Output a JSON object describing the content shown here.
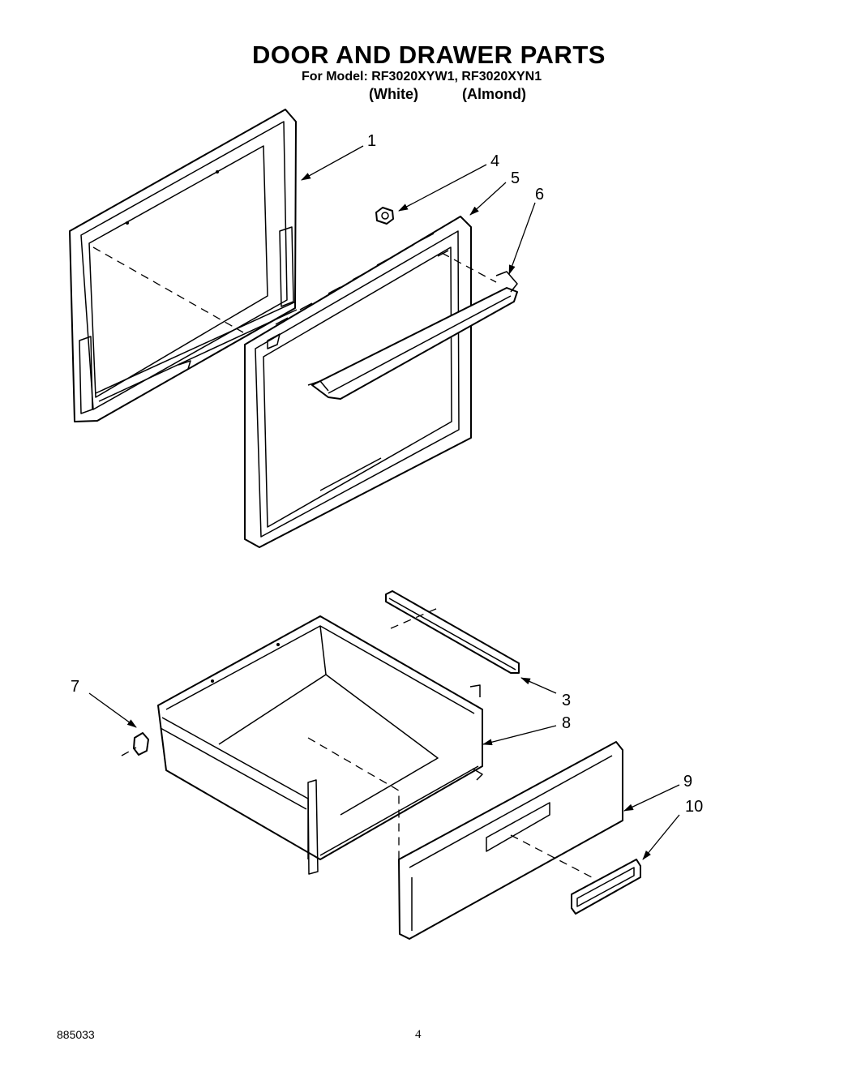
{
  "header": {
    "title": "DOOR AND DRAWER PARTS",
    "model_line": "For Model: RF3020XYW1, RF3020XYN1",
    "color_white": "(White)",
    "color_almond": "(Almond)"
  },
  "callouts": [
    "1",
    "4",
    "5",
    "6",
    "7",
    "3",
    "8",
    "9",
    "10"
  ],
  "footer": {
    "doc_number": "885033",
    "page_number": "4"
  }
}
